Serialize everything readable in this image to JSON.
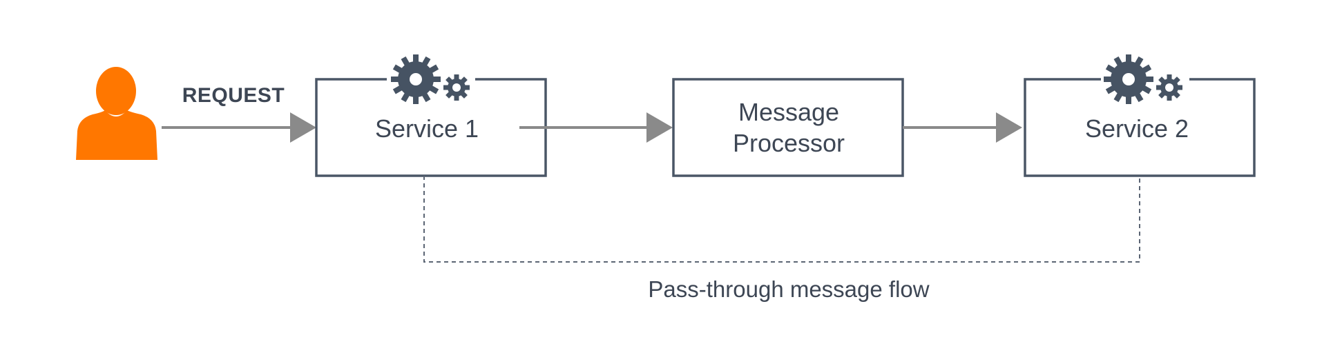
{
  "request_label": "REQUEST",
  "service1": {
    "label": "Service 1"
  },
  "processor": {
    "line1": "Message",
    "line2": "Processor"
  },
  "service2": {
    "label": "Service 2"
  },
  "caption": "Pass-through message flow",
  "colors": {
    "box_stroke": "#4a5666",
    "arrow": "#8a8a8a",
    "gear": "#465363",
    "user": "#ff7700",
    "text": "#3d4654",
    "dashed": "#5a6473"
  },
  "icons": {
    "user": "user-icon",
    "gear_large": "gear-large-icon",
    "gear_small": "gear-small-icon"
  }
}
